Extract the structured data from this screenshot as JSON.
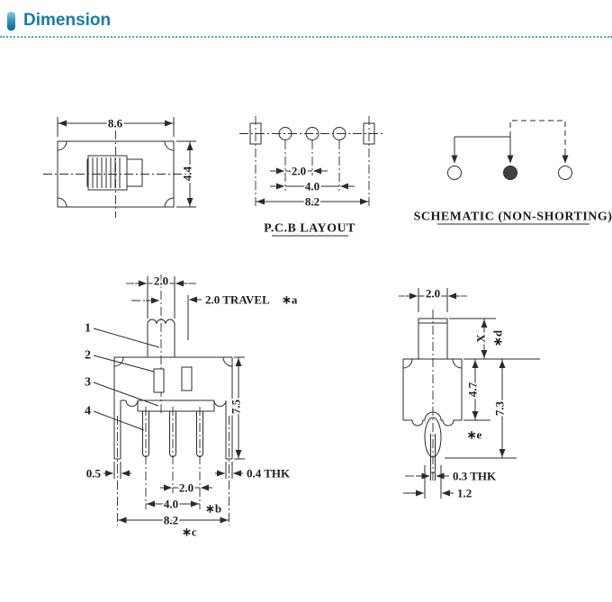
{
  "header": {
    "title": "Dimension"
  },
  "top_view": {
    "width": "8.6",
    "height": "4.4"
  },
  "pcb_layout": {
    "pitch": "2.0",
    "span": "4.0",
    "total": "8.2",
    "caption": "P.C.B LAYOUT"
  },
  "schematic": {
    "caption": "SCHEMATIC (NON-SHORTING)"
  },
  "front_view": {
    "knob_width": "2.0",
    "travel": "2.0 TRAVEL",
    "travel_note": "∗a",
    "labels": {
      "n1": "1",
      "n2": "2",
      "n3": "3",
      "n4": "4"
    },
    "height": "7.5",
    "leg_width": "0.5",
    "pin_thickness": "0.4 THK",
    "pin_pitch": "2.0",
    "pin_span": "4.0",
    "pin_span_note": "∗b",
    "total_width": "8.2",
    "total_width_note": "∗c"
  },
  "side_view": {
    "knob_width": "2.0",
    "knob_height": "X",
    "knob_height_note": "∗d",
    "body_height": "4.7",
    "total_height": "7.3",
    "note": "∗e",
    "pin_thickness": "0.3 THK",
    "pin_width": "1.2"
  }
}
